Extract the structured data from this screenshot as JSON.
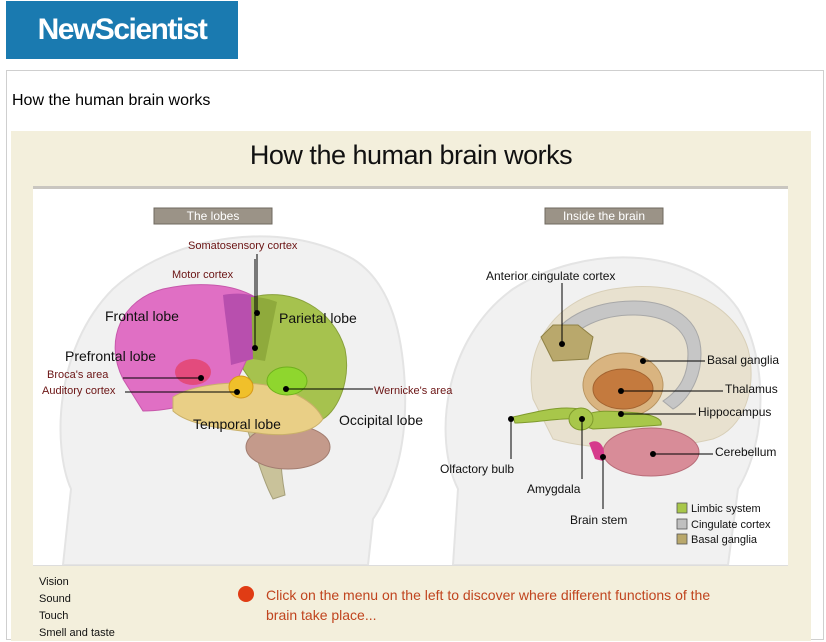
{
  "header": {
    "logo_text": "NewScientist"
  },
  "page": {
    "heading": "How the human brain works"
  },
  "graphic": {
    "title": "How the human brain works",
    "tabs": {
      "lobes": "The lobes",
      "inside": "Inside the brain"
    },
    "lobes_labels": {
      "somatosensory": "Somatosensory cortex",
      "motor": "Motor cortex",
      "frontal": "Frontal lobe",
      "parietal": "Parietal lobe",
      "prefrontal": "Prefrontal lobe",
      "broca": "Broca's area",
      "auditory": "Auditory cortex",
      "wernicke": "Wernicke's area",
      "temporal": "Temporal lobe",
      "occipital": "Occipital lobe"
    },
    "inside_labels": {
      "anterior_cingulate": "Anterior cingulate cortex",
      "basal_ganglia": "Basal ganglia",
      "thalamus": "Thalamus",
      "hippocampus": "Hippocampus",
      "cerebellum": "Cerebellum",
      "olfactory": "Olfactory bulb",
      "amygdala": "Amygdala",
      "brain_stem": "Brain stem"
    },
    "legend": [
      {
        "label": "Limbic  system",
        "color": "#a8c74a"
      },
      {
        "label": "Cingulate cortex",
        "color": "#bfbfbf"
      },
      {
        "label": "Basal ganglia",
        "color": "#b9a86c"
      }
    ],
    "colors": {
      "frontal": "#e06fc4",
      "parietal": "#a6c24e",
      "temporal": "#e9cf86",
      "tab_bg": "#9b9387"
    }
  },
  "menu": {
    "items": [
      "Vision",
      "Sound",
      "Touch",
      "Smell and taste"
    ]
  },
  "info": {
    "text": "Click on the menu on the left to discover where different functions of the brain take place..."
  }
}
